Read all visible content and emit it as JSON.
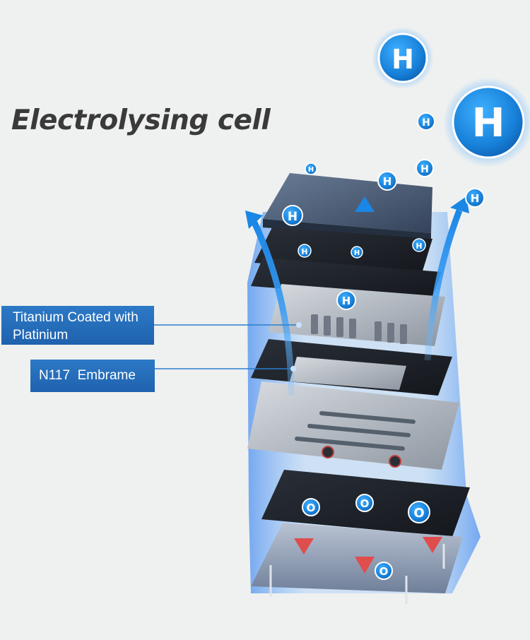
{
  "title": "Electrolysing cell",
  "labels": {
    "titanium_line1": "Titanium Coated with",
    "titanium_line2": "Platinium",
    "membrane": "N117  Embrame"
  },
  "molecules": {
    "hydrogen": "H",
    "oxygen": "O"
  },
  "colors": {
    "background": "#eff1f0",
    "label_blue": "#2270bd",
    "hydrogen_blue": "#1d8be0",
    "arrow_blue": "#1a86e6",
    "arrow_red": "#e04d4d",
    "title": "#3a3a3a"
  }
}
